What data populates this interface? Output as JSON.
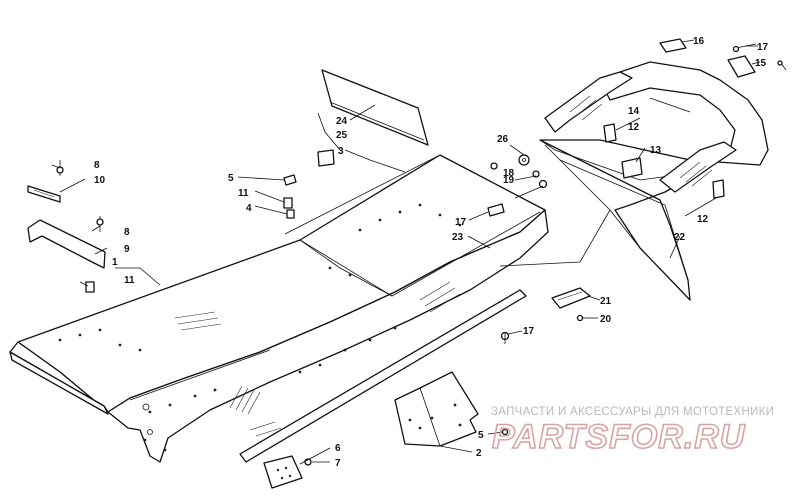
{
  "diagram": {
    "callouts": [
      {
        "id": "c1",
        "label": "1"
      },
      {
        "id": "c2",
        "label": "2"
      },
      {
        "id": "c3",
        "label": "3"
      },
      {
        "id": "c4",
        "label": "4"
      },
      {
        "id": "c5a",
        "label": "5"
      },
      {
        "id": "c5b",
        "label": "5"
      },
      {
        "id": "c6",
        "label": "6"
      },
      {
        "id": "c7",
        "label": "7"
      },
      {
        "id": "c8a",
        "label": "8"
      },
      {
        "id": "c8b",
        "label": "8"
      },
      {
        "id": "c9",
        "label": "9"
      },
      {
        "id": "c10",
        "label": "10"
      },
      {
        "id": "c11a",
        "label": "11"
      },
      {
        "id": "c11b",
        "label": "11"
      },
      {
        "id": "c12a",
        "label": "12"
      },
      {
        "id": "c12b",
        "label": "12"
      },
      {
        "id": "c13",
        "label": "13"
      },
      {
        "id": "c14",
        "label": "14"
      },
      {
        "id": "c15",
        "label": "15"
      },
      {
        "id": "c16",
        "label": "16"
      },
      {
        "id": "c17a",
        "label": "17"
      },
      {
        "id": "c17b",
        "label": "17"
      },
      {
        "id": "c17c",
        "label": "17"
      },
      {
        "id": "c18",
        "label": "18"
      },
      {
        "id": "c19",
        "label": "19"
      },
      {
        "id": "c20",
        "label": "20"
      },
      {
        "id": "c21",
        "label": "21"
      },
      {
        "id": "c22",
        "label": "22"
      },
      {
        "id": "c23",
        "label": "23"
      },
      {
        "id": "c24",
        "label": "24"
      },
      {
        "id": "c25",
        "label": "25"
      },
      {
        "id": "c26",
        "label": "26"
      }
    ]
  },
  "watermark": {
    "subtitle": "ЗАПЧАСТИ И АКСЕССУАРЫ ДЛЯ МОТОТЕХНИКИ",
    "brand": "PARTSFOR.RU",
    "color": "#d8a3a3"
  }
}
